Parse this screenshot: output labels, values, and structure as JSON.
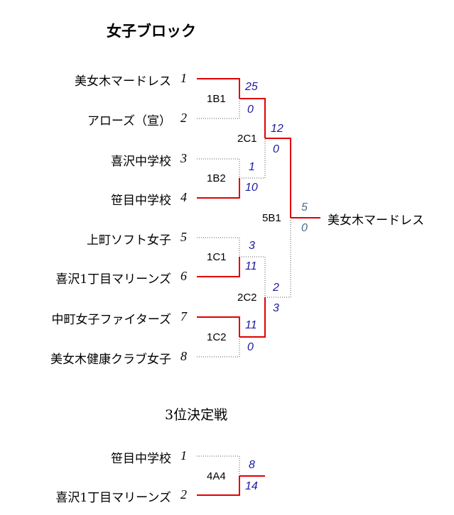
{
  "block_title": "女子ブロック",
  "teams": [
    {
      "name": "美女木マードレス",
      "seed": "1"
    },
    {
      "name": "アローズ（宣）",
      "seed": "2"
    },
    {
      "name": "喜沢中学校",
      "seed": "3"
    },
    {
      "name": "笹目中学校",
      "seed": "4"
    },
    {
      "name": "上町ソフト女子",
      "seed": "5"
    },
    {
      "name": "喜沢1丁目マリーンズ",
      "seed": "6"
    },
    {
      "name": "中町女子ファイターズ",
      "seed": "7"
    },
    {
      "name": "美女木健康クラブ女子",
      "seed": "8"
    }
  ],
  "matches": [
    {
      "id": "1B1",
      "top_score": "25",
      "bottom_score": "0"
    },
    {
      "id": "1B2",
      "top_score": "1",
      "bottom_score": "10"
    },
    {
      "id": "1C1",
      "top_score": "3",
      "bottom_score": "11"
    },
    {
      "id": "1C2",
      "top_score": "11",
      "bottom_score": "0"
    },
    {
      "id": "2C1",
      "top_score": "12",
      "bottom_score": "0"
    },
    {
      "id": "2C2",
      "top_score": "2",
      "bottom_score": "3"
    },
    {
      "id": "5B1",
      "top_score": "5",
      "bottom_score": "0"
    }
  ],
  "champion": "美女木マードレス",
  "third_place": {
    "title": "3位決定戦",
    "teams": [
      {
        "name": "笹目中学校",
        "seed": "1"
      },
      {
        "name": "喜沢1丁目マリーンズ",
        "seed": "2"
      }
    ],
    "match": {
      "id": "4A4",
      "top_score": "8",
      "bottom_score": "14"
    }
  },
  "colors": {
    "win_line": "#e00000",
    "lose_line": "#555555",
    "score": "#1a1aa0"
  }
}
